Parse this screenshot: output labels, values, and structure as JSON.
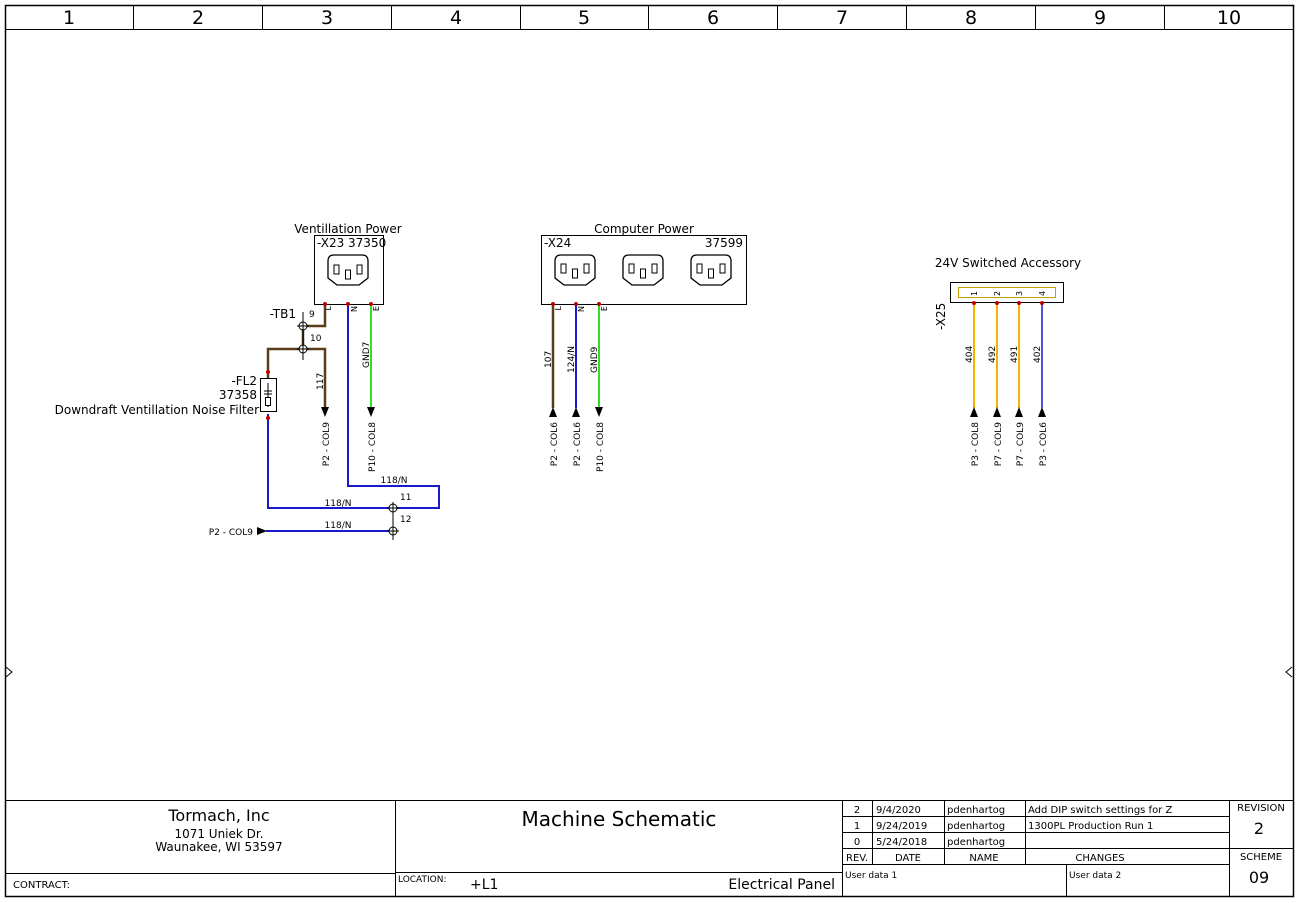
{
  "grid": {
    "columns": [
      "1",
      "2",
      "3",
      "4",
      "5",
      "6",
      "7",
      "8",
      "9",
      "10"
    ]
  },
  "ventilation": {
    "title": "Ventillation Power",
    "connector_tag": "-X23 37350",
    "pins": [
      "L",
      "N",
      "E"
    ],
    "terminal_tag": "-TB1",
    "terminals": [
      "9",
      "10",
      "11",
      "12"
    ],
    "filter_tag": "-FL2",
    "filter_part": "37358",
    "filter_desc": "Downdraft Ventillation Noise Filter",
    "wires": [
      "117",
      "GND7",
      "118/N",
      "118/N",
      "118/N"
    ],
    "refs": [
      "P2 - COL9",
      "P10 - COL8",
      "P2 - COL9"
    ]
  },
  "computer": {
    "title": "Computer Power",
    "connector_tag": "-X24",
    "part": "37599",
    "pins": [
      "L",
      "N",
      "E"
    ],
    "wires": [
      "107",
      "124/N",
      "GND9"
    ],
    "refs": [
      "P2 - COL6",
      "P2 - COL6",
      "P10 - COL8"
    ]
  },
  "accessory": {
    "title": "24V Switched Accessory",
    "connector_tag": "-X25",
    "pins": [
      "1",
      "2",
      "3",
      "4"
    ],
    "wires": [
      "404",
      "492",
      "491",
      "402"
    ],
    "refs": [
      "P3 - COL8",
      "P7 - COL9",
      "P7 - COL9",
      "P3 - COL6"
    ]
  },
  "title_block": {
    "company": "Tormach, Inc",
    "address1": "1071 Uniek Dr.",
    "address2": "Waunakee, WI 53597",
    "contract_label": "CONTRACT:",
    "drawing_title": "Machine Schematic",
    "location_label": "LOCATION:",
    "location_value": "+L1",
    "area": "Electrical Panel",
    "revisions": [
      {
        "rev": "2",
        "date": "9/4/2020",
        "name": "pdenhartog",
        "change": "Add DIP switch settings for Z"
      },
      {
        "rev": "1",
        "date": "9/24/2019",
        "name": "pdenhartog",
        "change": "1300PL Production Run 1"
      },
      {
        "rev": "0",
        "date": "5/24/2018",
        "name": "pdenhartog",
        "change": ""
      }
    ],
    "rev_headers": [
      "REV.",
      "DATE",
      "NAME",
      "CHANGES"
    ],
    "user_data_1": "User data 1",
    "user_data_2": "User data 2",
    "revision_label": "REVISION",
    "revision_value": "2",
    "scheme_label": "SCHEME",
    "scheme_value": "09"
  },
  "colors": {
    "brown": "#5a3e1b",
    "blue": "#1a1acc",
    "green": "#33dd22",
    "orange": "#f0b400",
    "red_dot": "#c00000",
    "line": "#000000"
  }
}
